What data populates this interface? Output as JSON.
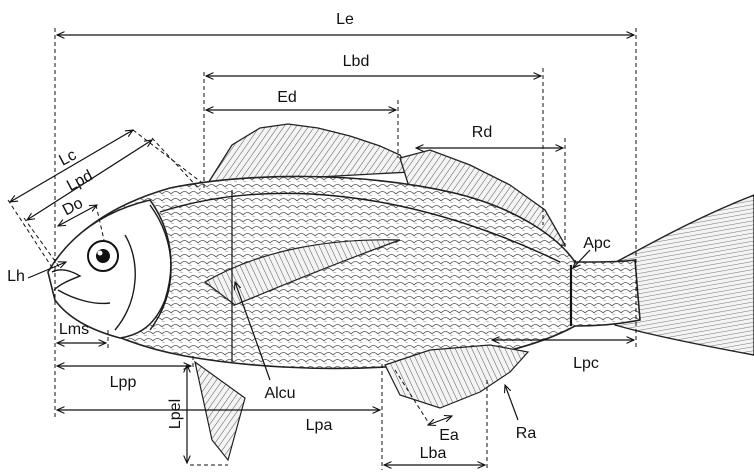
{
  "labels": {
    "le": "Le",
    "lbd": "Lbd",
    "ed": "Ed",
    "rd": "Rd",
    "lc": "Lc",
    "lpd": "Lpd",
    "do": "Do",
    "apc": "Apc",
    "lh": "Lh",
    "lms": "Lms",
    "lpp": "Lpp",
    "alcu": "Alcu",
    "lpel": "Lpel",
    "lpa": "Lpa",
    "ea": "Ea",
    "ra": "Ra",
    "lba": "Lba",
    "lpc": "Lpc"
  }
}
